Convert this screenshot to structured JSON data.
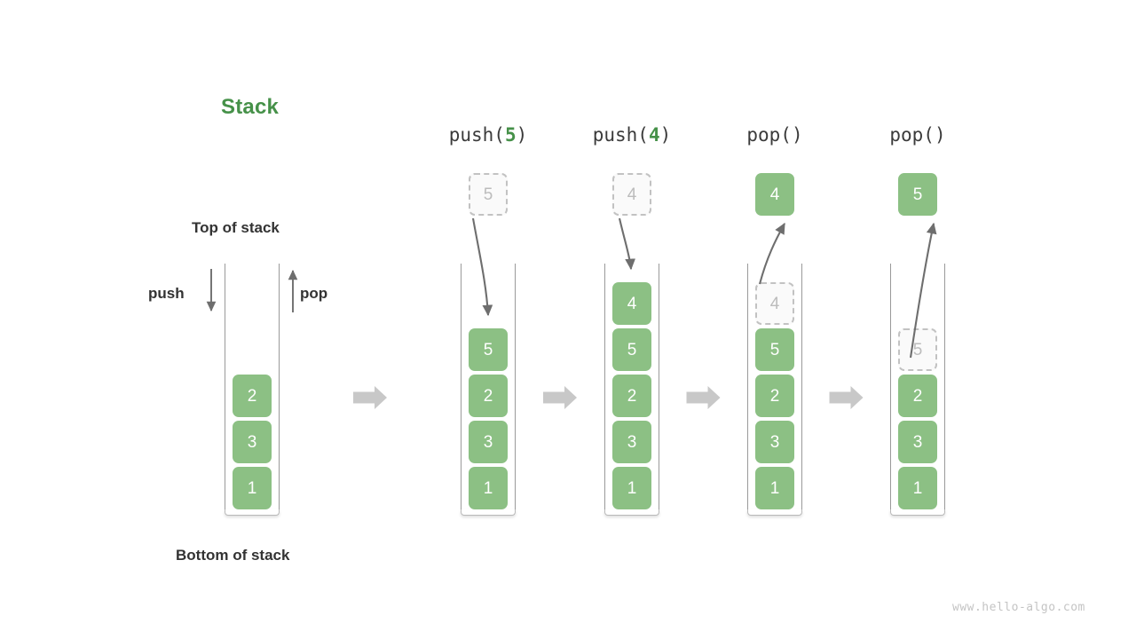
{
  "title": "Stack",
  "labels": {
    "top_of_stack": "Top of stack",
    "bottom_of_stack": "Bottom of stack",
    "push": "push",
    "pop": "pop"
  },
  "watermark": "www.hello-algo.com",
  "colors": {
    "accent_green": "#469149",
    "element_fill": "#8cc084",
    "element_text": "#ffffff",
    "ghost_border": "#c2c2c2",
    "ghost_text": "#bcbcbc",
    "arrow_gray": "#6e6e6e",
    "flow_arrow": "#c8c8c8",
    "text_dark": "#333333",
    "watermark": "#c4c4c4"
  },
  "columns": [
    {
      "id": "initial",
      "caption_prefix": "",
      "caption_arg": "",
      "caption_suffix": "",
      "has_caption": false,
      "incoming": null,
      "outgoing": null,
      "cells": [
        {
          "value": "2",
          "state": "filled"
        },
        {
          "value": "3",
          "state": "filled"
        },
        {
          "value": "1",
          "state": "filled"
        }
      ]
    },
    {
      "id": "push-5",
      "caption_prefix": "push(",
      "caption_arg": "5",
      "caption_suffix": ")",
      "has_caption": true,
      "incoming": {
        "value": "5",
        "state": "ghost",
        "direction": "down"
      },
      "outgoing": null,
      "cells": [
        {
          "value": "5",
          "state": "filled"
        },
        {
          "value": "2",
          "state": "filled"
        },
        {
          "value": "3",
          "state": "filled"
        },
        {
          "value": "1",
          "state": "filled"
        }
      ]
    },
    {
      "id": "push-4",
      "caption_prefix": "push(",
      "caption_arg": "4",
      "caption_suffix": ")",
      "has_caption": true,
      "incoming": {
        "value": "4",
        "state": "ghost",
        "direction": "down"
      },
      "outgoing": null,
      "cells": [
        {
          "value": "4",
          "state": "filled"
        },
        {
          "value": "5",
          "state": "filled"
        },
        {
          "value": "2",
          "state": "filled"
        },
        {
          "value": "3",
          "state": "filled"
        },
        {
          "value": "1",
          "state": "filled"
        }
      ]
    },
    {
      "id": "pop-4",
      "caption_prefix": "pop(",
      "caption_arg": "",
      "caption_suffix": ")",
      "has_caption": true,
      "incoming": {
        "value": "4",
        "state": "filled",
        "direction": "up"
      },
      "outgoing": null,
      "cells": [
        {
          "value": "4",
          "state": "ghost"
        },
        {
          "value": "5",
          "state": "filled"
        },
        {
          "value": "2",
          "state": "filled"
        },
        {
          "value": "3",
          "state": "filled"
        },
        {
          "value": "1",
          "state": "filled"
        }
      ]
    },
    {
      "id": "pop-5",
      "caption_prefix": "pop(",
      "caption_arg": "",
      "caption_suffix": ")",
      "has_caption": true,
      "incoming": {
        "value": "5",
        "state": "filled",
        "direction": "up"
      },
      "outgoing": null,
      "cells": [
        {
          "value": "5",
          "state": "ghost"
        },
        {
          "value": "2",
          "state": "filled"
        },
        {
          "value": "3",
          "state": "filled"
        },
        {
          "value": "1",
          "state": "filled"
        }
      ]
    }
  ],
  "flow_arrows": 4
}
